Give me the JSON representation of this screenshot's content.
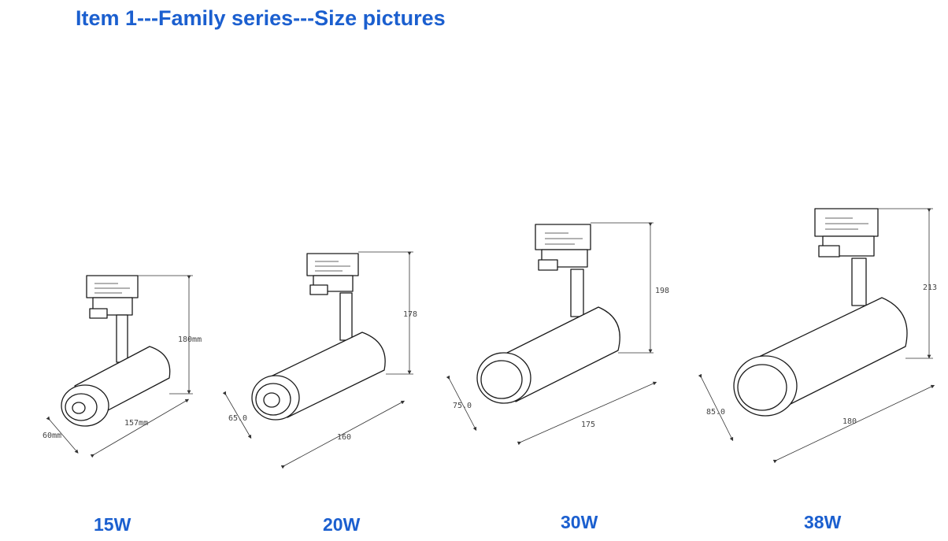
{
  "title": "Item 1---Family series---Size pictures",
  "colors": {
    "title": "#1b5fcf",
    "watt_label": "#1b5fcf",
    "drawing": "#1a1a1a"
  },
  "products": [
    {
      "watt": "15W",
      "height": "180mm",
      "length": "157mm",
      "diameter": "60mm"
    },
    {
      "watt": "20W",
      "height": "178",
      "length": "160",
      "diameter": "65.0"
    },
    {
      "watt": "30W",
      "height": "198",
      "length": "175",
      "diameter": "75.0"
    },
    {
      "watt": "38W",
      "height": "213",
      "length": "180",
      "diameter": "85.0"
    }
  ]
}
